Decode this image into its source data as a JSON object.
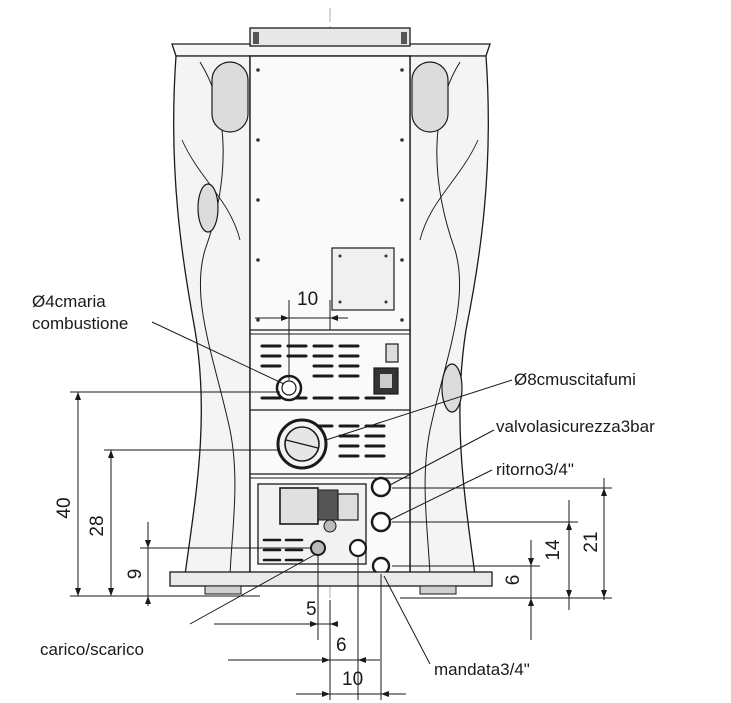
{
  "labels": {
    "air_inlet": {
      "line1": "Ø4cmaria",
      "line2": "combustione"
    },
    "flue_outlet": "Ø8cmuscitafumi",
    "safety_valve": "valvolasicurezza3bar",
    "return": "ritorno3/4\"",
    "fill_drain": "carico/scarico",
    "flow": "mandata3/4\""
  },
  "dimensions": {
    "air_offset": "10",
    "air_height": "40",
    "flue_height": "28",
    "drain_height": "9",
    "drain_offset": "5",
    "flow_offset_a": "6",
    "flow_offset_b": "10",
    "flow_height": "6",
    "return_height": "14",
    "valve_height": "21"
  },
  "colors": {
    "line": "#1a1a1a",
    "body_fill": "#f4f4f4",
    "panel_fill": "#dcdcdc"
  }
}
